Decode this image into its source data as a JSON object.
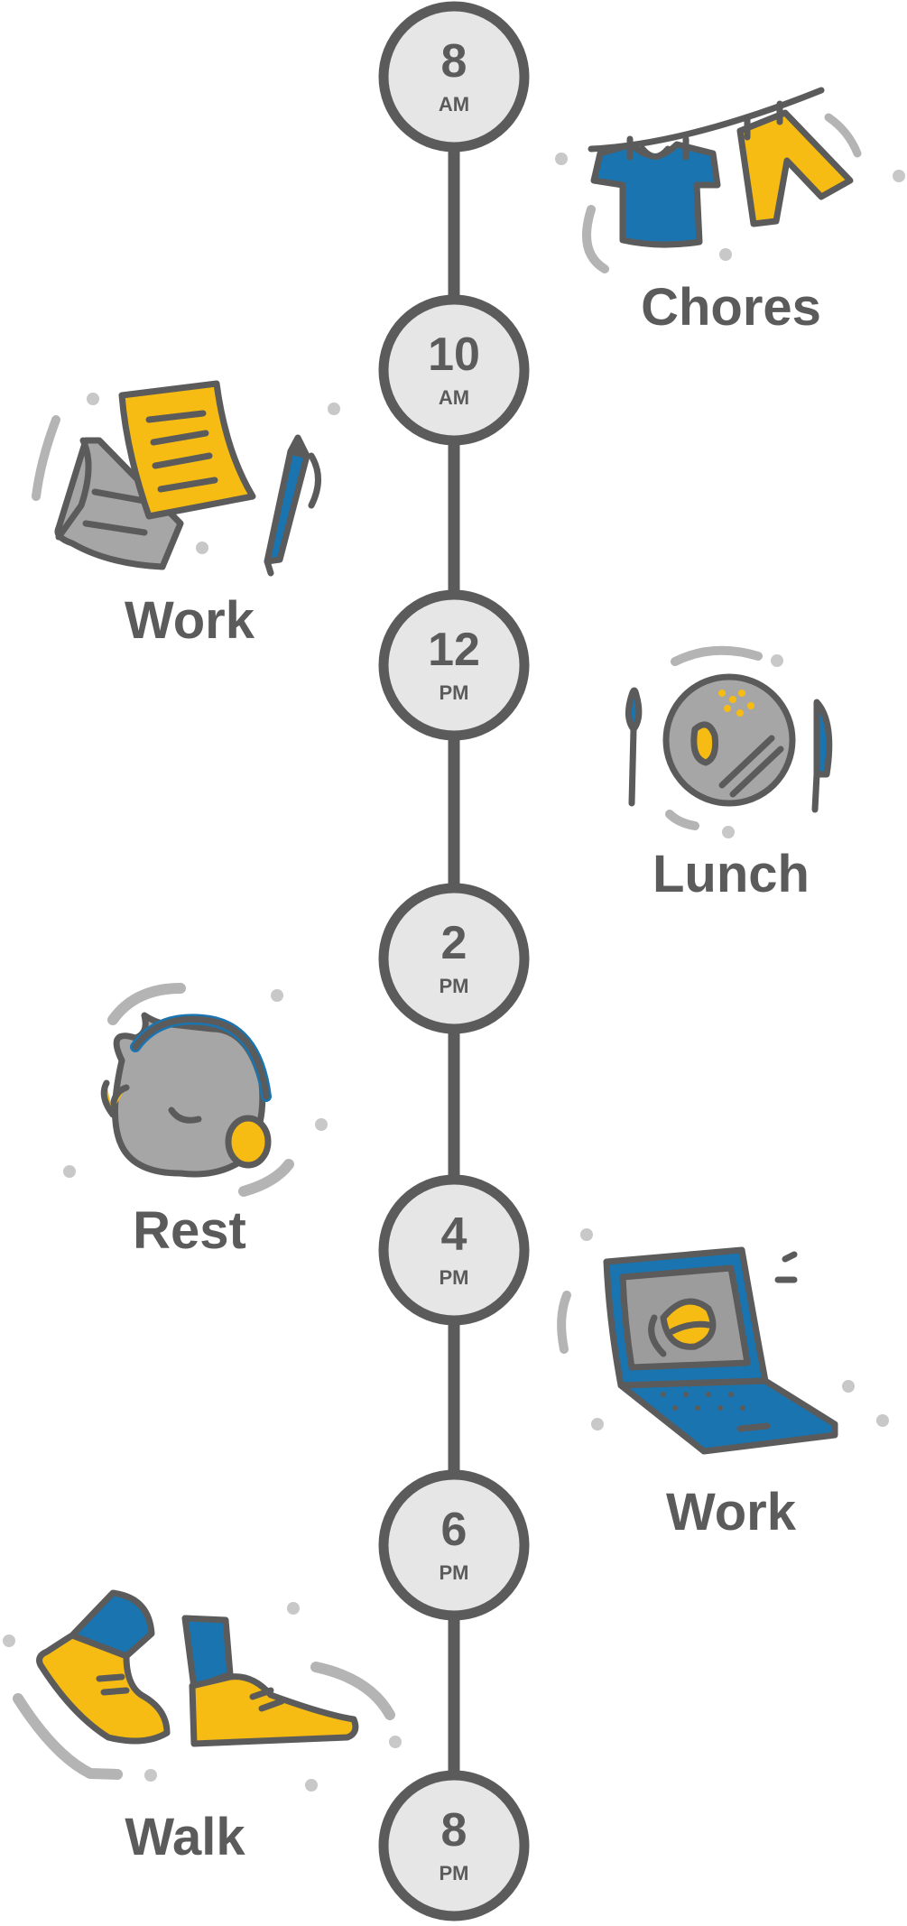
{
  "colors": {
    "outline": "#5b5b5b",
    "circle_fill": "#e6e6e6",
    "blue": "#1a74b0",
    "yellow": "#f6bc14",
    "gray_fill": "#a6a6a6",
    "light_gray": "#b4b4b4",
    "screen_gray": "#9c9c9c"
  },
  "timeline": [
    {
      "hour": "8",
      "period": "AM"
    },
    {
      "hour": "10",
      "period": "AM"
    },
    {
      "hour": "12",
      "period": "PM"
    },
    {
      "hour": "2",
      "period": "PM"
    },
    {
      "hour": "4",
      "period": "PM"
    },
    {
      "hour": "6",
      "period": "PM"
    },
    {
      "hour": "8",
      "period": "PM"
    }
  ],
  "activities": [
    {
      "label": "Chores",
      "icon": "clothesline-icon",
      "side": "right"
    },
    {
      "label": "Work",
      "icon": "papers-pen-icon",
      "side": "left"
    },
    {
      "label": "Lunch",
      "icon": "plate-cutlery-icon",
      "side": "right"
    },
    {
      "label": "Rest",
      "icon": "headphones-head-icon",
      "side": "left"
    },
    {
      "label": "Work",
      "icon": "laptop-icon",
      "side": "right"
    },
    {
      "label": "Walk",
      "icon": "walking-feet-icon",
      "side": "left"
    }
  ]
}
